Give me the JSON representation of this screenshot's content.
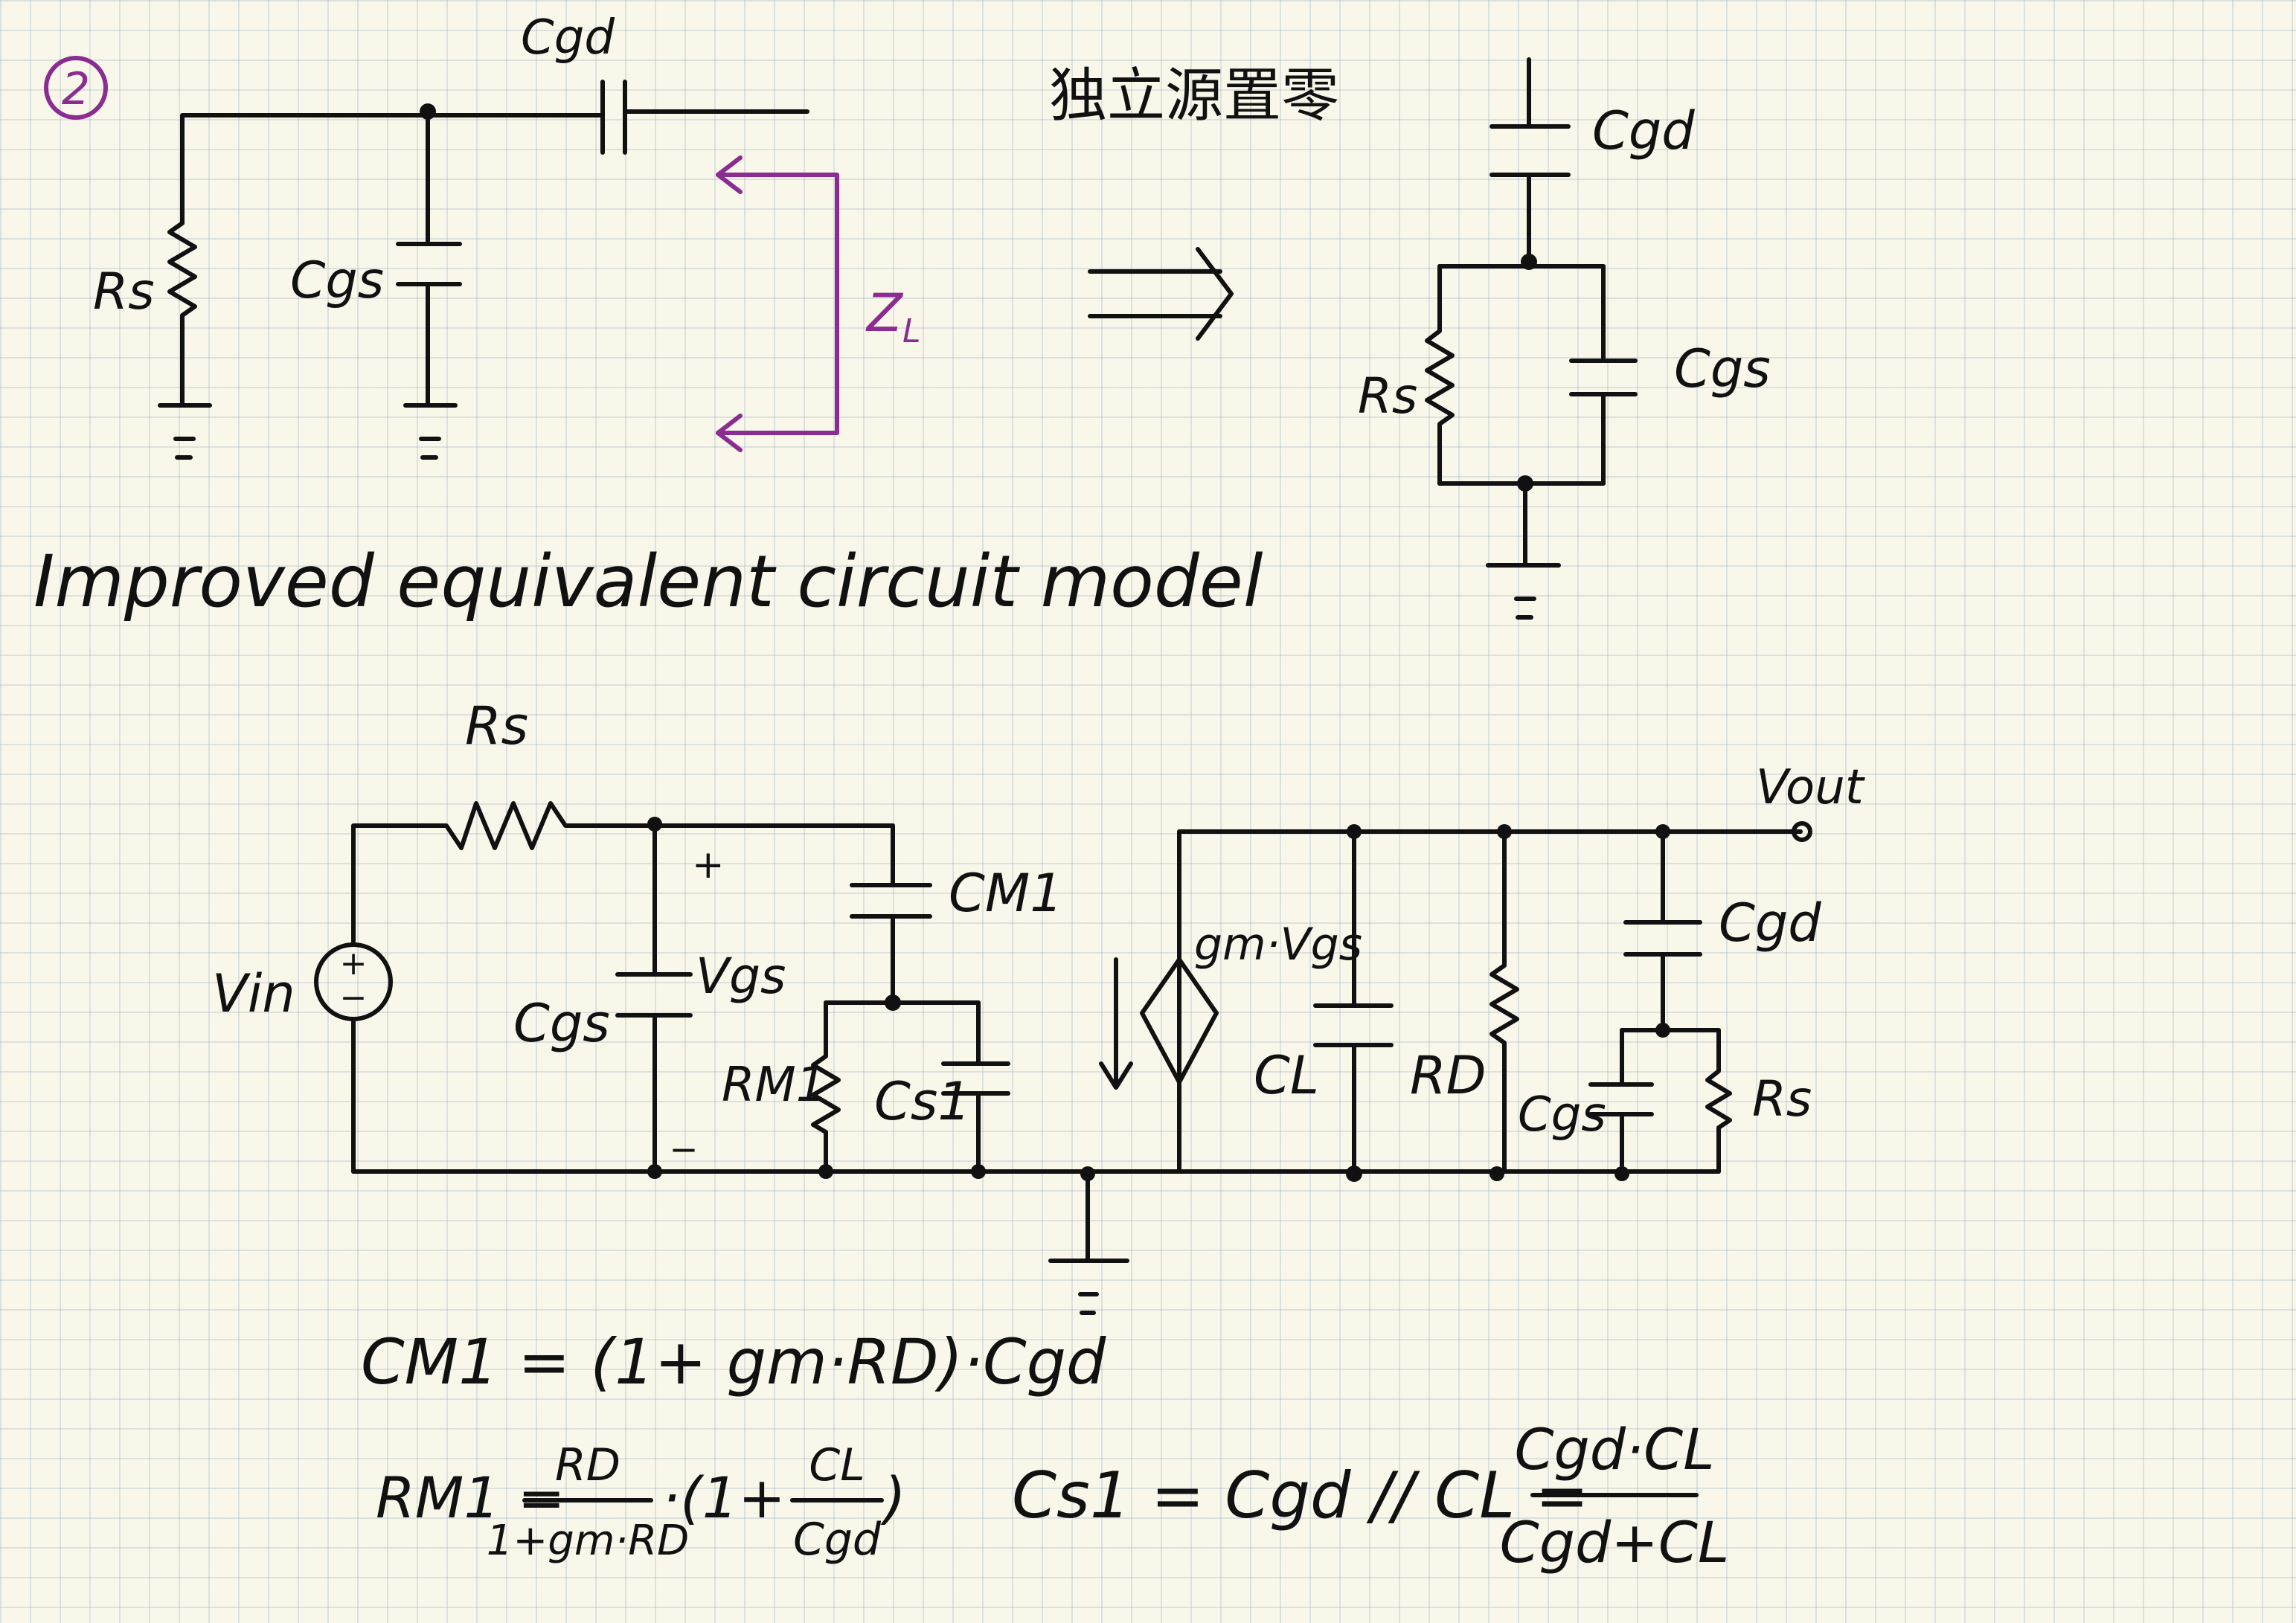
{
  "colors": {
    "paper": "#f8f7ea",
    "ink": "#111111",
    "accent": "#8a2c91",
    "grid": "#c4ccd6"
  },
  "step_marker": "2",
  "top_left": {
    "cgd": "Cgd",
    "rs": "Rs",
    "cgs": "Cgs",
    "z": "Z",
    "z_sub": "L"
  },
  "note_cn": "独立源置零",
  "top_right": {
    "cgd": "Cgd",
    "rs": "Rs",
    "cgs": "Cgs"
  },
  "section_title": "Improved equivalent circuit model",
  "circuit": {
    "rs": "Rs",
    "vin": "Vin",
    "src_plus": "+",
    "src_minus": "−",
    "cgs": "Cgs",
    "vgs": "Vgs",
    "plus": "+",
    "minus": "_",
    "cm1": "CM1",
    "rm1": "RM1",
    "cs1": "Cs1",
    "gm_vgs": "gm·Vgs",
    "cl": "CL",
    "rd": "RD",
    "cgd_out": "Cgd",
    "cgs_out": "Cgs",
    "rs_out": "Rs",
    "vout": "Vout"
  },
  "equations": {
    "cm1": "CM1 = (1+ gm·RD)·Cgd",
    "rm1_lhs": "RM1 =",
    "rm1_num": "RD",
    "rm1_den": "1+gm·RD",
    "rm1_tail_open": "·(1+",
    "rm1_frac_num": "CL",
    "rm1_frac_den": "Cgd",
    "rm1_tail_close": ")",
    "cs1_lhs": "Cs1 = Cgd // CL =",
    "cs1_num": "Cgd·CL",
    "cs1_den": "Cgd+CL"
  }
}
